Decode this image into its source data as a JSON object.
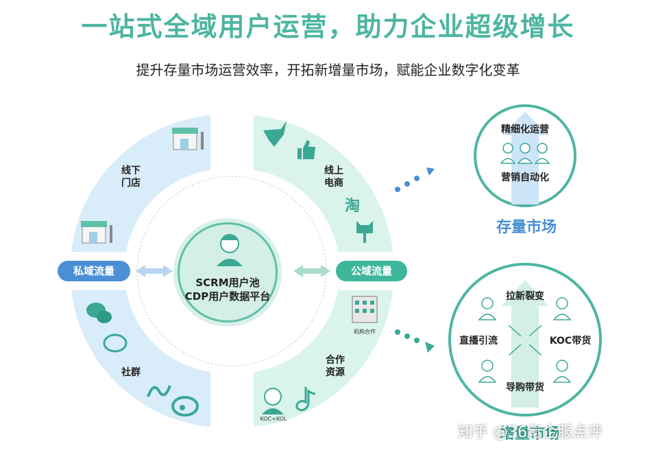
{
  "title": "一站式全域用户运营，助力企业超级增长",
  "subtitle": "提升存量市场运营效率，开拓新增量市场，赋能企业数字化变革",
  "ring": {
    "offline_store": "线下\n门店",
    "online_ecommerce": "线上\n电商",
    "community": "社群",
    "partner_resources": "合作\n资源",
    "institution_partner": "机构合作",
    "koc_kol": "KOC+KOL",
    "taobao_glyph": "淘"
  },
  "pills": {
    "private": "私域流量",
    "public": "公域流量"
  },
  "center": {
    "line1": "SCRM用户池",
    "line2": "CDP用户数据平台"
  },
  "stock_market": {
    "top": "精细化运营",
    "bottom": "营销自动化",
    "title": "存量市场"
  },
  "growth_market": {
    "top": "拉新裂变",
    "left": "直播引流",
    "right": "KOC带货",
    "bottom": "导购带货",
    "title": "增量市场"
  },
  "watermark": "知乎 @36氪企服点评",
  "colors": {
    "teal": "#4db5a1",
    "blue": "#4a8fd4",
    "light_blue": "#d9ecfa",
    "light_teal": "#daf4ec"
  }
}
